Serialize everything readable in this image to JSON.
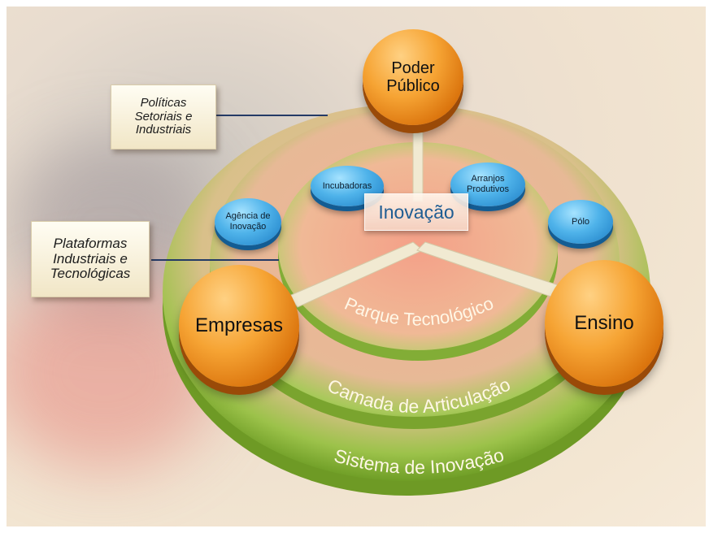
{
  "nodes": {
    "poder_publico": "Poder Público",
    "empresas": "Empresas",
    "ensino": "Ensino",
    "inovacao": "Inovação"
  },
  "layers": {
    "inner": "Parque Tecnológico",
    "middle": "Camada de Articulação",
    "outer": "Sistema de Inovação"
  },
  "elements": {
    "incubadoras": "Incubadoras",
    "arranjos_1": "Arranjos",
    "arranjos_2": "Produtivos",
    "agencia_1": "Agência de",
    "agencia_2": "Inovação",
    "polo": "Pólo"
  },
  "callouts": {
    "politicas_1": "Políticas",
    "politicas_2": "Setoriais e",
    "politicas_3": "Industriais",
    "plataformas_1": "Plataformas",
    "plataformas_2": "Industriais e",
    "plataformas_3": "Tecnológicas"
  },
  "colors": {
    "orange_node": "#f39a25",
    "blue_node": "#4fb3ea",
    "ring_green": "#8fbf3c",
    "inovacao_text": "#1f5d93"
  }
}
